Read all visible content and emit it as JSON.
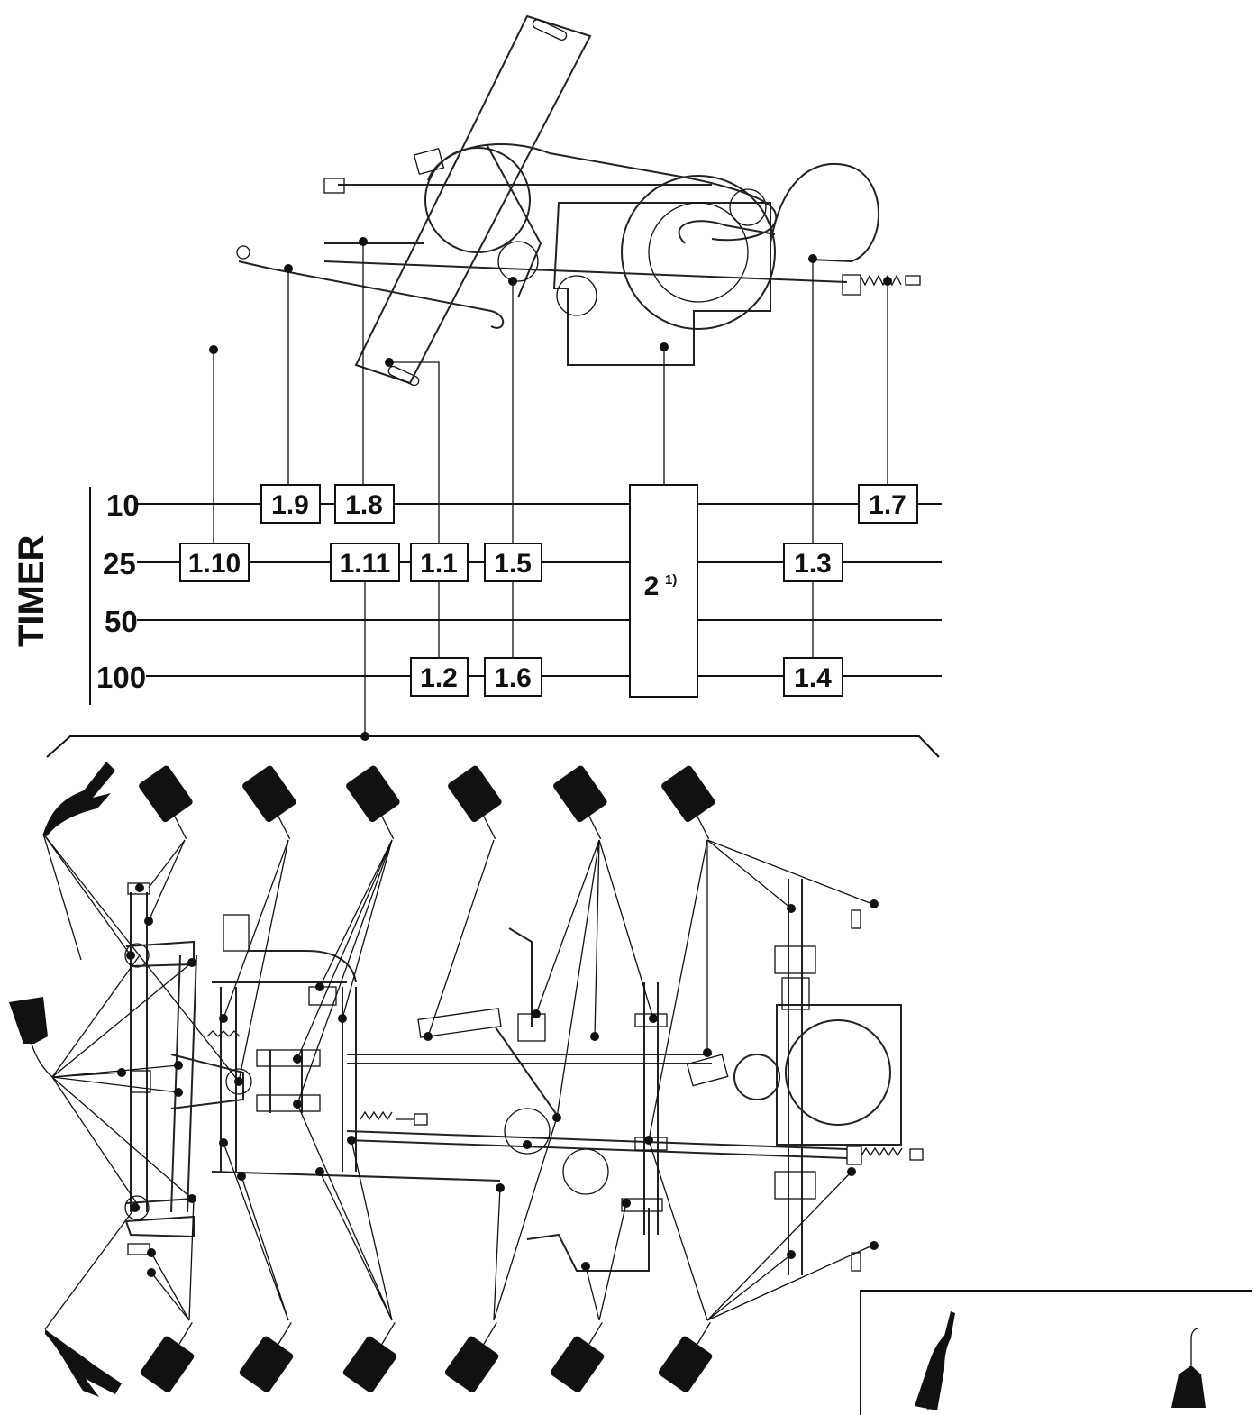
{
  "timer": {
    "label": "TIMER",
    "rows": [
      "10",
      "25",
      "50",
      "100"
    ]
  },
  "boxes": {
    "b1_9": "1.9",
    "b1_8": "1.8",
    "b1_7": "1.7",
    "b1_10": "1.10",
    "b1_11": "1.11",
    "b1_1": "1.1",
    "b1_5": "1.5",
    "b1_3": "1.3",
    "b1_2": "1.2",
    "b1_6": "1.6",
    "b1_4": "1.4",
    "b2": "2",
    "b2_note": "1)"
  },
  "icons": {
    "grease_gun": "grease-nozzle-icon",
    "oil_can": "oil-can-icon"
  }
}
